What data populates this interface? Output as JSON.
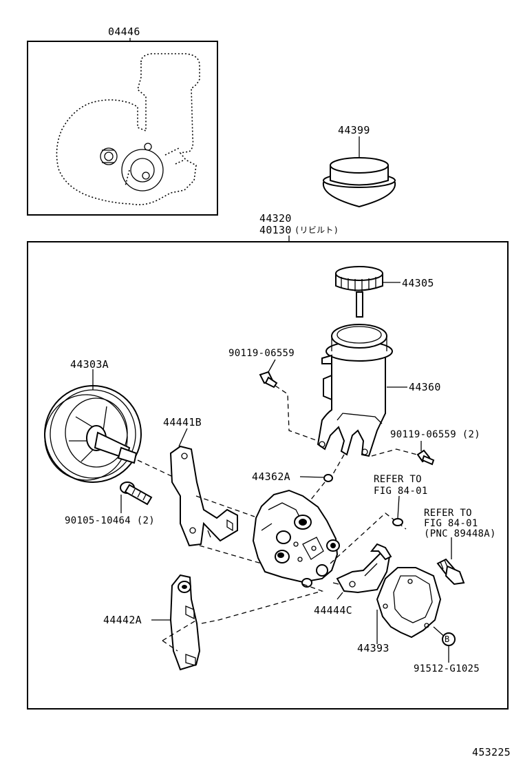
{
  "diagram_id": "453225",
  "kit": {
    "part_no": "04446"
  },
  "parts": {
    "p44399": "44399",
    "p44320": "44320",
    "p40130": "40130",
    "p40130_note": "(リビルト)",
    "p44305": "44305",
    "p90119_top": "90119-06559",
    "p44360": "44360",
    "p44303A": "44303A",
    "p44441B": "44441B",
    "p90119_right": "90119-06559 (2)",
    "p44362A": "44362A",
    "p90105": "90105-10464 (2)",
    "p44442A": "44442A",
    "p44444C": "44444C",
    "p44393": "44393",
    "p91512": "91512-G1025"
  },
  "refs": {
    "ref1_line1": "REFER TO",
    "ref1_line2": "FIG 84-01",
    "ref2_line1": "REFER TO",
    "ref2_line2": "FIG 84-01",
    "ref2_line3": "(PNC 89448A)"
  },
  "callout_b": "B"
}
